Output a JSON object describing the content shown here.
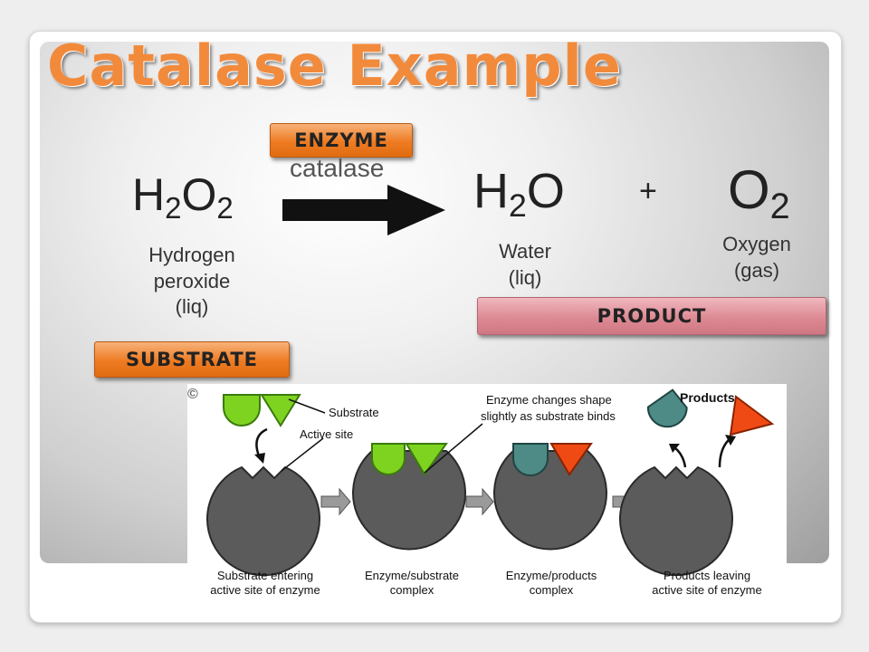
{
  "slide": {
    "title": "Catalase Example"
  },
  "tags": {
    "enzyme": "ENZYME",
    "substrate": "SUBSTRATE",
    "product": "PRODUCT"
  },
  "reaction": {
    "reactant": {
      "base1": "H",
      "sub1": "2",
      "base2": "O",
      "sub2": "2"
    },
    "enzyme_name": "catalase",
    "product1": {
      "base1": "H",
      "sub1": "2",
      "base2": "O"
    },
    "plus": "+",
    "product2": {
      "base": "O",
      "sub": "2"
    },
    "reactant_labels": [
      "Hydrogen",
      "peroxide",
      "(liq)"
    ],
    "product1_labels": [
      "Water",
      "(liq)"
    ],
    "product2_labels": [
      "Oxygen",
      "(gas)"
    ]
  },
  "diagram": {
    "callouts": {
      "substrate": "Substrate",
      "active_site": "Active site",
      "shape_change_1": "Enzyme changes shape",
      "shape_change_2": "slightly as substrate binds",
      "products": "Products"
    },
    "captions": [
      [
        "Substrate entering",
        "active site of enzyme"
      ],
      [
        "Enzyme/substrate",
        "complex"
      ],
      [
        "Enzyme/products",
        "complex"
      ],
      [
        "Products leaving",
        "active site of enzyme"
      ]
    ],
    "copyright_symbol": "©",
    "colors": {
      "enzyme": "#5b5b5b",
      "substrate": "#7ed321",
      "product_teal": "#4e8a86",
      "product_red": "#f04a14",
      "arrow": "#9a9a9a"
    }
  }
}
